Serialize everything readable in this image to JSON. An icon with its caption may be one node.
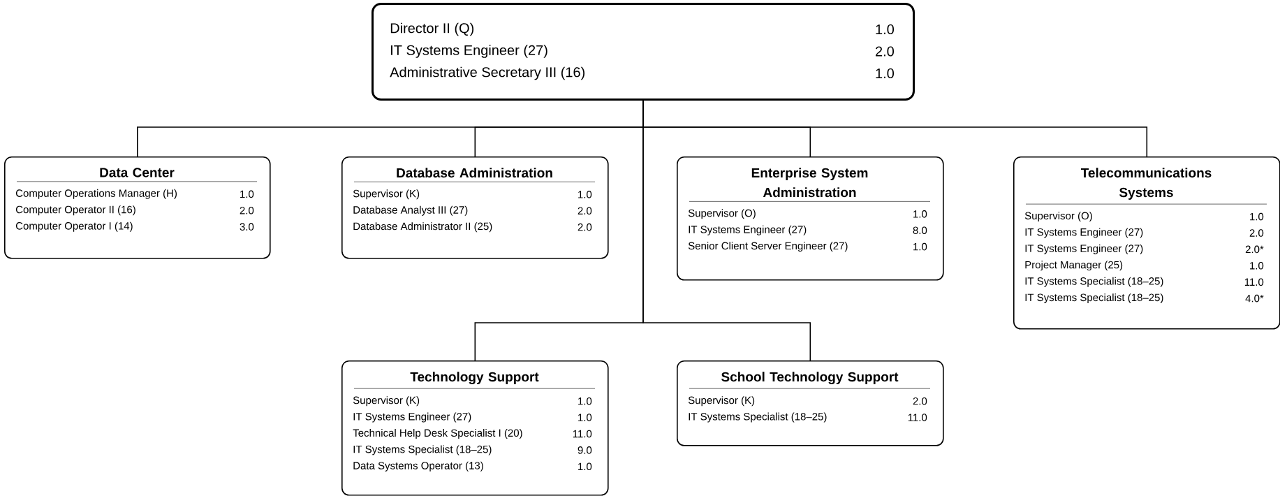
{
  "diagram": {
    "nodes": [
      {
        "text": [
          "Director II (Q)",
          "1.0",
          "IT Systems Engineer (27)",
          "2.0",
          "Administrative Secretary III (16)",
          "1.0"
        ]
      },
      {
        "text": [
          "Data Center",
          "Computer Operations Manager (H)",
          "1.0",
          "Computer Operator II (16)",
          "2.0",
          "Computer Operator I (14)",
          "3.0"
        ]
      },
      {
        "text": [
          "Database Administration",
          "Supervisor (K)",
          "1.0",
          "Database Analyst III (27)",
          "2.0",
          "Database Administrator II (25)",
          "2.0"
        ]
      },
      {
        "text": [
          "Enterprise System Administration",
          "Supervisor (O)",
          "1.0",
          "IT Systems Engineer (27)",
          "8.0",
          "Senior Client Server Engineer (27)",
          "1.0"
        ]
      },
      {
        "text": [
          "Telecommunications Systems",
          "Supervisor (O)",
          "1.0",
          "IT Systems Engineer (27)",
          "2.0",
          "IT Systems Engineer (27)",
          "2.0*",
          "Project Manager (25)",
          "1.0",
          "IT Systems Specialist (18–25)",
          "11.0",
          "IT Systems Specialist (18–25)",
          "4.0*"
        ]
      },
      {
        "text": [
          "Technology Support",
          "Supervisor (K)",
          "1.0",
          "IT Systems Engineer (27)",
          "1.0",
          "Technical Help Desk Specialist I (20)",
          "11.0",
          "IT Systems Specialist (18–25)",
          "9.0",
          "Data Systems Operator (13)",
          "1.0"
        ]
      },
      {
        "text": [
          "School Technology Support",
          "Supervisor (K)",
          "2.0",
          "IT Systems Specialist (18–25)",
          "11.0"
        ]
      }
    ],
    "edges": [
      {
        "from": 0,
        "to": 1,
        "arrow": "none"
      },
      {
        "from": 0,
        "to": 2,
        "arrow": "none"
      },
      {
        "from": 0,
        "to": 3,
        "arrow": "none"
      },
      {
        "from": 0,
        "to": 4,
        "arrow": "none"
      },
      {
        "from": 0,
        "to": 5,
        "arrow": "none"
      },
      {
        "from": 0,
        "to": 6,
        "arrow": "none"
      }
    ]
  }
}
